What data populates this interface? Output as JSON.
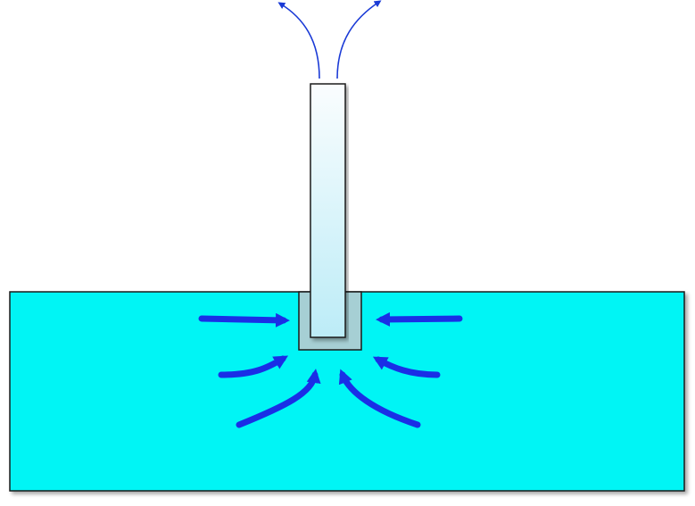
{
  "colors": {
    "background": "#ffffff",
    "liquid_fill": "#00f5f5",
    "liquid_stroke": "#1a1a1a",
    "tube_gradient_top": "#fafdfe",
    "tube_gradient_bottom": "#bcecf7",
    "tube_stroke": "#1a1a1a",
    "cup_fill": "#a6cfd4",
    "inflow_arrows": "#1a2ee6",
    "outflow_arrows": "#1a3ad6",
    "shadow": "#9a9a9a"
  },
  "elements": {
    "liquid_bath": "liquid-bath",
    "wick_tube": "wick-tube",
    "immersion_cup": "immersion-cup",
    "inflow_arrow_count": 6,
    "outflow_arrow_count": 2
  }
}
